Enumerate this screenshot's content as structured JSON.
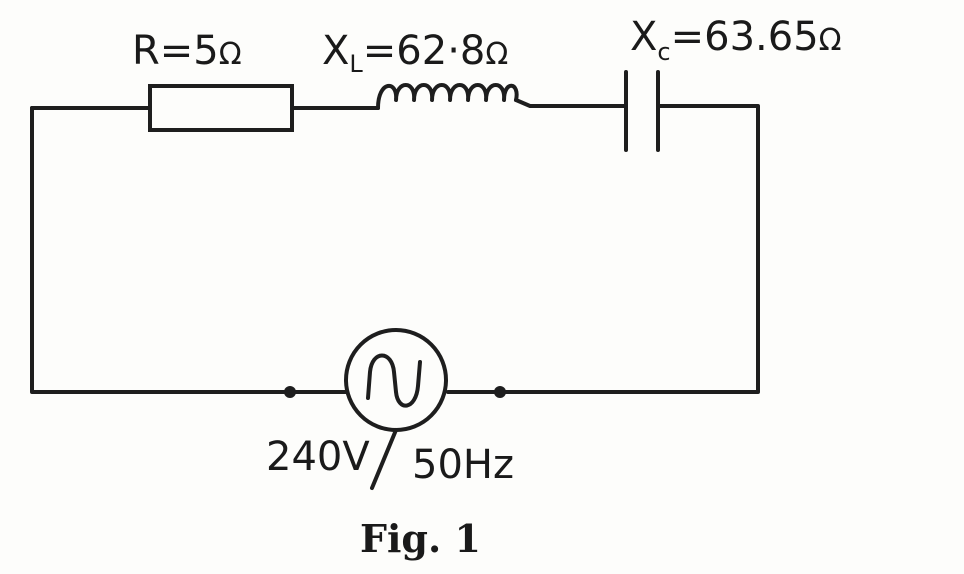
{
  "resistor": {
    "label": "R=5",
    "unit": "Ω"
  },
  "inductor": {
    "label_main": "X",
    "label_sub": "L",
    "label_value": "=62·8",
    "unit": "Ω"
  },
  "capacitor": {
    "label_main": "X",
    "label_sub": "c",
    "label_value": "=63.65",
    "unit": "Ω"
  },
  "source": {
    "voltage": "240V",
    "frequency": "50Hz"
  },
  "caption": "Fig. 1"
}
